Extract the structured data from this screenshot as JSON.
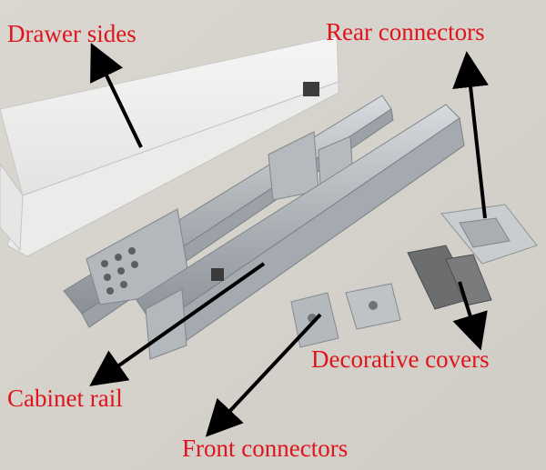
{
  "labels": {
    "drawer_sides": "Drawer sides",
    "rear_connectors": "Rear connectors",
    "decorative_covers": "Decorative covers",
    "cabinet_rail": "Cabinet rail",
    "front_connectors": "Front connectors"
  },
  "colors": {
    "label_text": "#e0141c",
    "arrow": "#000000",
    "background": "#dcdad3"
  }
}
